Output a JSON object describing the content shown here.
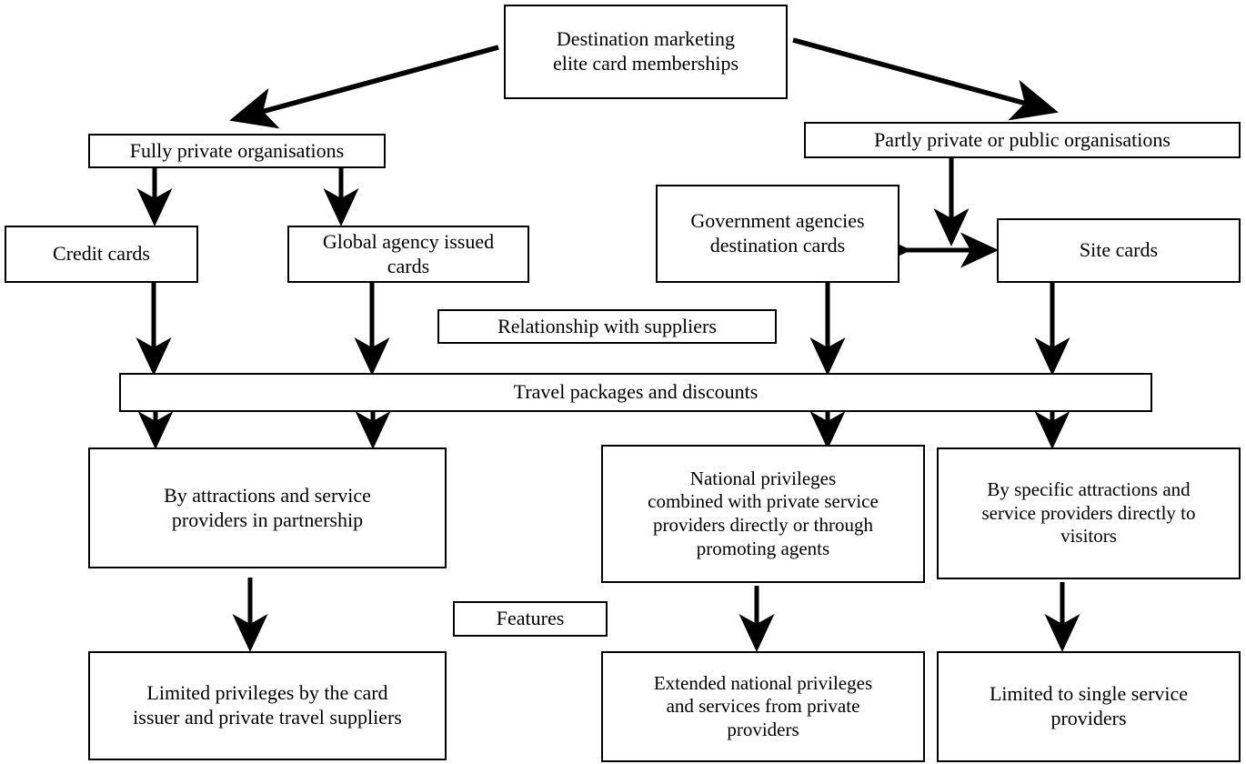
{
  "diagram": {
    "title": "Destination marketing elite card memberships typology",
    "type": "flowchart",
    "stroke_color": "#000000",
    "fill_color": "#ffffff",
    "background": "#ffffff"
  },
  "nodes": {
    "root": {
      "label": "Destination marketing\nelite card memberships"
    },
    "fully_private": {
      "label": "Fully private organisations"
    },
    "partly_private": {
      "label": "Partly private or public organisations"
    },
    "credit_cards": {
      "label": "Credit cards"
    },
    "global_agency": {
      "label": "Global agency issued\ncards"
    },
    "government_agencies": {
      "label": "Government agencies\ndestination cards"
    },
    "site_cards": {
      "label": "Site cards"
    },
    "relationship_label": {
      "label": "Relationship with suppliers"
    },
    "travel_packages": {
      "label": "Travel packages and discounts"
    },
    "by_attractions": {
      "label": "By attractions and service\nproviders in partnership"
    },
    "national_privileges": {
      "label": "National privileges\ncombined with private service\nproviders directly or through\npromoting agents"
    },
    "by_specific": {
      "label": "By specific attractions and\nservice providers directly to\nvisitors"
    },
    "features_label": {
      "label": "Features"
    },
    "limited_privileges": {
      "label": "Limited privileges by the card\nissuer and private travel suppliers"
    },
    "extended_national": {
      "label": "Extended national privileges\nand services from private\nproviders"
    },
    "limited_single": {
      "label": "Limited to single service\nproviders"
    }
  },
  "edges": [
    {
      "name": "root-to-fully-private",
      "from": "root",
      "to": "fully_private",
      "kind": "diagonal-arrow"
    },
    {
      "name": "root-to-partly-private",
      "from": "root",
      "to": "partly_private",
      "kind": "diagonal-arrow"
    },
    {
      "name": "fully-private-to-credit-cards",
      "from": "fully_private",
      "to": "credit_cards",
      "kind": "arrow-down"
    },
    {
      "name": "fully-private-to-global-agency",
      "from": "fully_private",
      "to": "global_agency",
      "kind": "arrow-down"
    },
    {
      "name": "partly-private-to-site-cards",
      "from": "partly_private",
      "to": "site_cards",
      "kind": "arrow-down"
    },
    {
      "name": "government-agencies-to-site-cards",
      "from": "government_agencies",
      "to": "site_cards",
      "kind": "double-arrow-horizontal"
    },
    {
      "name": "credit-cards-to-travel-packages",
      "from": "credit_cards",
      "to": "travel_packages",
      "kind": "arrow-down"
    },
    {
      "name": "global-agency-to-travel-packages",
      "from": "global_agency",
      "to": "travel_packages",
      "kind": "arrow-down"
    },
    {
      "name": "government-agencies-to-travel-packages",
      "from": "government_agencies",
      "to": "travel_packages",
      "kind": "arrow-down"
    },
    {
      "name": "site-cards-to-travel-packages",
      "from": "site_cards",
      "to": "travel_packages",
      "kind": "arrow-down"
    },
    {
      "name": "travel-packages-to-by-attractions-left",
      "from": "travel_packages",
      "to": "by_attractions",
      "kind": "arrow-down"
    },
    {
      "name": "travel-packages-to-by-attractions-right",
      "from": "travel_packages",
      "to": "by_attractions",
      "kind": "arrow-down"
    },
    {
      "name": "travel-packages-to-national-privileges",
      "from": "travel_packages",
      "to": "national_privileges",
      "kind": "arrow-down"
    },
    {
      "name": "travel-packages-to-by-specific",
      "from": "travel_packages",
      "to": "by_specific",
      "kind": "arrow-down"
    },
    {
      "name": "by-attractions-to-limited-privileges",
      "from": "by_attractions",
      "to": "limited_privileges",
      "kind": "arrow-down"
    },
    {
      "name": "national-privileges-to-extended-national",
      "from": "national_privileges",
      "to": "extended_national",
      "kind": "arrow-down"
    },
    {
      "name": "by-specific-to-limited-single",
      "from": "by_specific",
      "to": "limited_single",
      "kind": "arrow-down"
    }
  ]
}
